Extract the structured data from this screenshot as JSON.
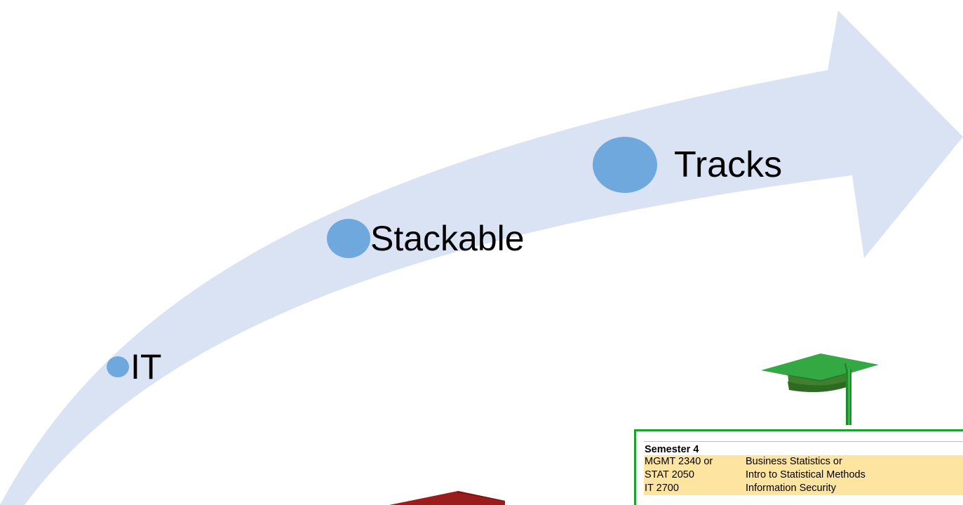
{
  "milestones": {
    "it": "IT",
    "stackable": "Stackable",
    "tracks": "Tracks"
  },
  "icons": {
    "cap": "graduation-cap-icon",
    "book": "maroon-book-icon"
  },
  "semester_table": {
    "heading": "Semester 4",
    "rows": [
      {
        "code": "MGMT 2340 or",
        "title": "Business Statistics or"
      },
      {
        "code": "STAT 2050",
        "title": "Intro to Statistical Methods"
      },
      {
        "code": "IT 2700",
        "title": "Information Security"
      }
    ]
  },
  "colors": {
    "arrow_fill": "#dae3f3",
    "dot_fill": "#6fa8dc",
    "table_border": "#1aa329",
    "row_highlight": "#fde4a0",
    "cap_green": "#2ea33a",
    "book_maroon": "#9b1c1c"
  }
}
